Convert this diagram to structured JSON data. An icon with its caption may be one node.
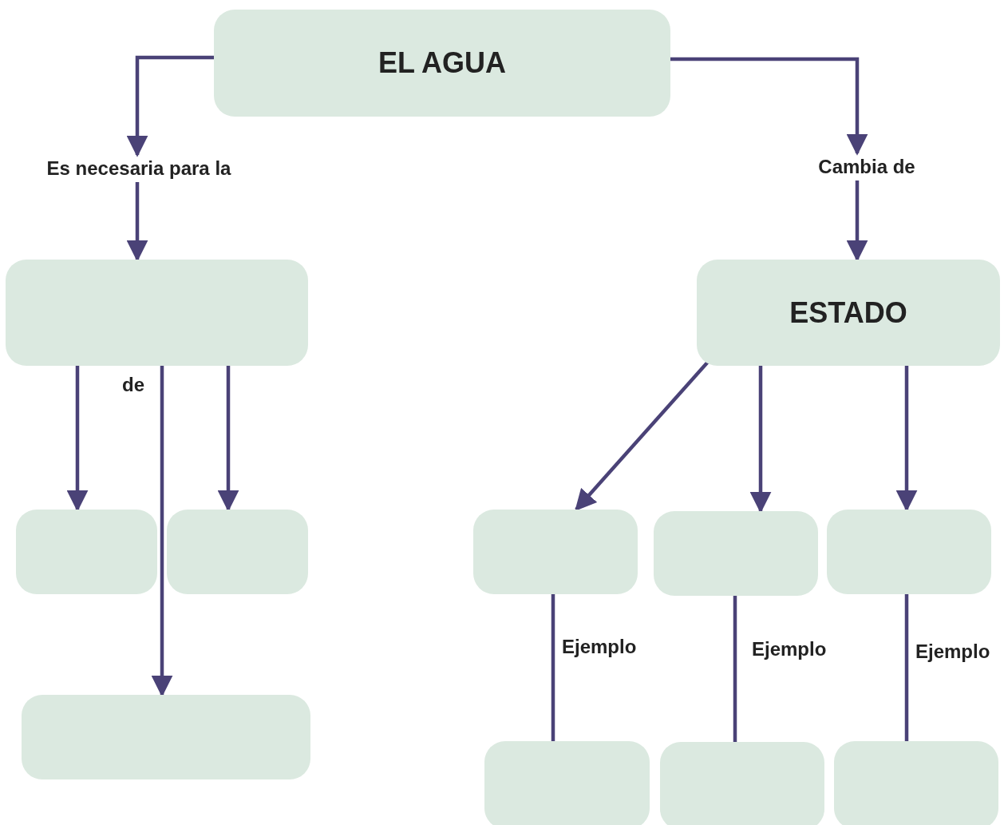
{
  "diagram": {
    "nodes": [
      {
        "text": [
          "EL AGUA"
        ]
      },
      {
        "text": [
          "Es necesaria para la"
        ]
      },
      {
        "text": [
          "Cambia de"
        ]
      },
      {
        "text": [],
        "shape": "box"
      },
      {
        "text": [
          "ESTADO"
        ]
      },
      {
        "text": [],
        "shape": "box"
      },
      {
        "text": [],
        "shape": "box"
      },
      {
        "text": [],
        "shape": "box"
      },
      {
        "text": [],
        "shape": "box"
      },
      {
        "text": [],
        "shape": "box"
      },
      {
        "text": [],
        "shape": "box"
      },
      {
        "text": [],
        "shape": "box"
      },
      {
        "text": [],
        "shape": "box"
      },
      {
        "text": [],
        "shape": "box"
      }
    ],
    "edges": [
      {
        "from": 0,
        "to": 1,
        "arrow": "to"
      },
      {
        "from": 1,
        "to": 3,
        "arrow": "to"
      },
      {
        "from": 0,
        "to": 2,
        "arrow": "to"
      },
      {
        "from": 2,
        "to": 4,
        "arrow": "to"
      },
      {
        "from": 3,
        "to": 5,
        "arrow": "to"
      },
      {
        "from": 3,
        "to": 7,
        "arrow": "to",
        "label": "de"
      },
      {
        "from": 3,
        "to": 6,
        "arrow": "to"
      },
      {
        "from": 4,
        "to": 8,
        "arrow": "to"
      },
      {
        "from": 4,
        "to": 9,
        "arrow": "to"
      },
      {
        "from": 4,
        "to": 10,
        "arrow": "to"
      },
      {
        "from": 8,
        "to": 11,
        "arrow": "none",
        "label": "Ejemplo"
      },
      {
        "from": 9,
        "to": 12,
        "arrow": "none",
        "label": "Ejemplo"
      },
      {
        "from": 10,
        "to": 13,
        "arrow": "none",
        "label": "Ejemplo"
      }
    ]
  }
}
